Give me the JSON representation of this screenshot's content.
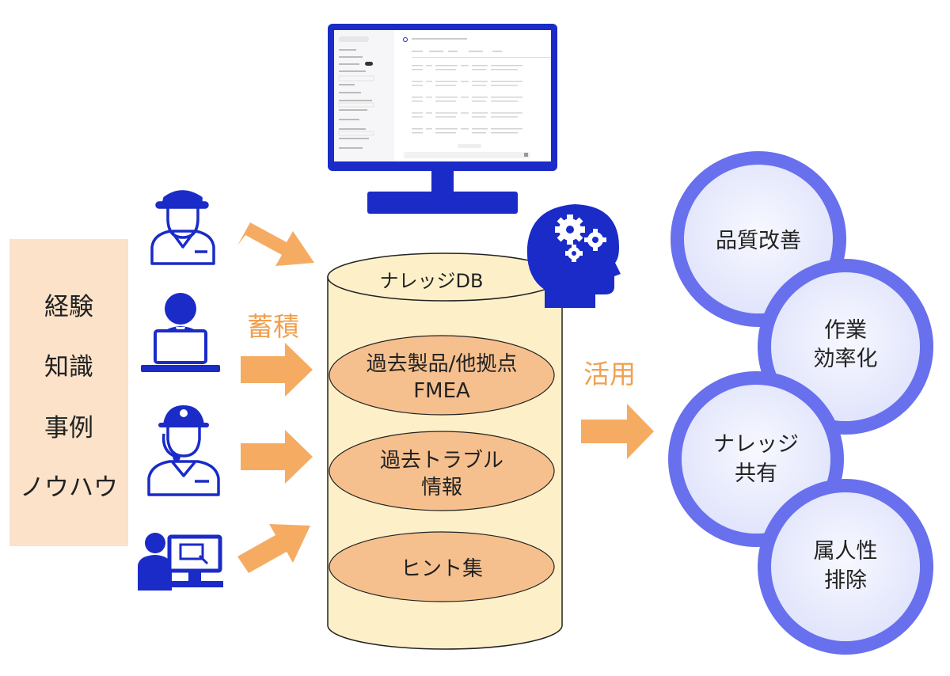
{
  "colors": {
    "navy": "#1a2bc8",
    "orange_arrow": "#f5ac62",
    "orange_text": "#f0a050",
    "knowledge_panel": "#fbe2c9",
    "cylinder": "#fdf0c8",
    "ellipse": "#f6c08e",
    "circle_ring": "#6870ee",
    "circle_fill": "#eceffd"
  },
  "knowledge_panel": {
    "items": [
      "経験",
      "知識",
      "事例",
      "ノウハウ"
    ]
  },
  "workers": [
    {
      "icon": "worker-cap-icon"
    },
    {
      "icon": "office-worker-laptop-icon"
    },
    {
      "icon": "helmet-headset-worker-icon"
    },
    {
      "icon": "computer-user-icon"
    }
  ],
  "labels": {
    "accumulate": "蓄積",
    "utilize": "活用"
  },
  "database": {
    "title": "ナレッジDB",
    "items": [
      {
        "line1": "過去製品/他拠点",
        "line2": "FMEA"
      },
      {
        "line1": "過去トラブル",
        "line2": "情報"
      },
      {
        "line1": "ヒント集",
        "line2": ""
      }
    ]
  },
  "brain_icon": "head-gears-icon",
  "monitor": {
    "icon": "monitor-icon"
  },
  "benefits": [
    {
      "line1": "品質改善",
      "line2": ""
    },
    {
      "line1": "作業",
      "line2": "効率化"
    },
    {
      "line1": "ナレッジ",
      "line2": "共有"
    },
    {
      "line1": "属人性",
      "line2": "排除"
    }
  ]
}
